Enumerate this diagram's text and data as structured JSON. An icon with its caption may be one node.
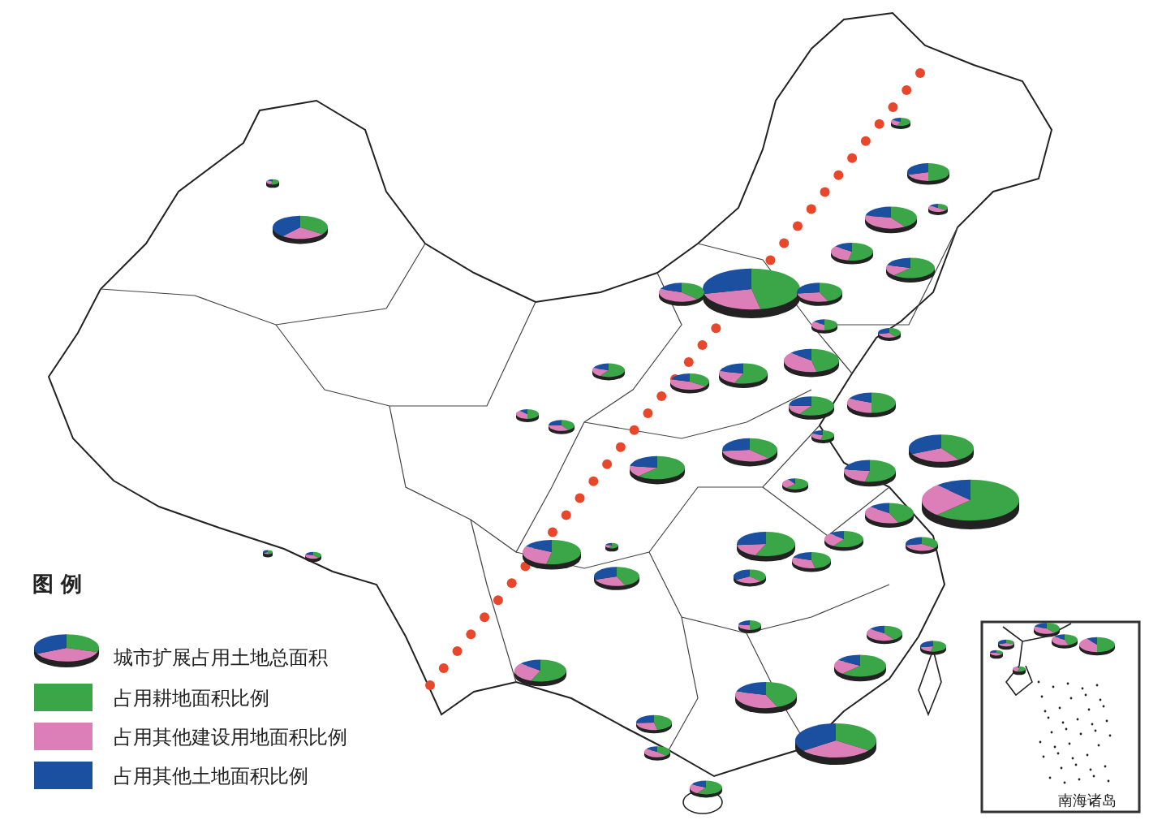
{
  "diagram": {
    "labels": [
      "图 例",
      "南海诸岛"
    ],
    "legend": [
      {
        "text": "城市扩展占用土地总面积"
      },
      {
        "text": "占用耕地面积比例",
        "color": "#3aa648"
      },
      {
        "text": "占用其他建设用地面积比例",
        "color": "#dc7fb8"
      },
      {
        "text": "占用其他土地面积比例",
        "color": "#1b4fa0"
      }
    ]
  }
}
